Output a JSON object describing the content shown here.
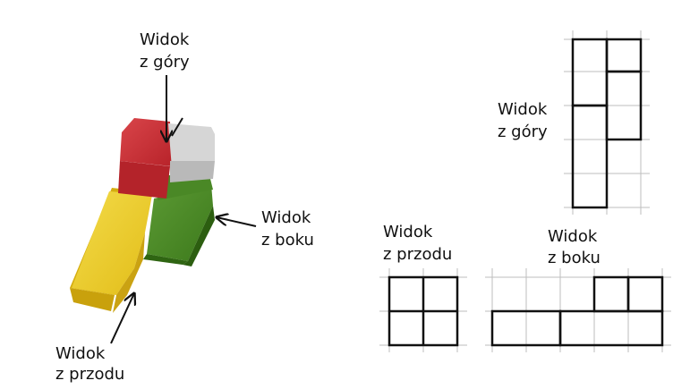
{
  "labels": {
    "photo_top": [
      "Widok",
      "z góry"
    ],
    "photo_side": [
      "Widok",
      "z boku"
    ],
    "photo_front": [
      "Widok",
      "z przodu"
    ],
    "proj_top": [
      "Widok",
      "z góry"
    ],
    "proj_front": [
      "Widok",
      "z przodu"
    ],
    "proj_side": [
      "Widok",
      "z boku"
    ]
  },
  "colors": {
    "red_block": "#c0282c",
    "grey_block": "#cfcfcf",
    "green_block": "#3e7d1e",
    "yellow_block": "#e7c51d",
    "outline": "#111111",
    "grid": "#bdbdbd"
  }
}
